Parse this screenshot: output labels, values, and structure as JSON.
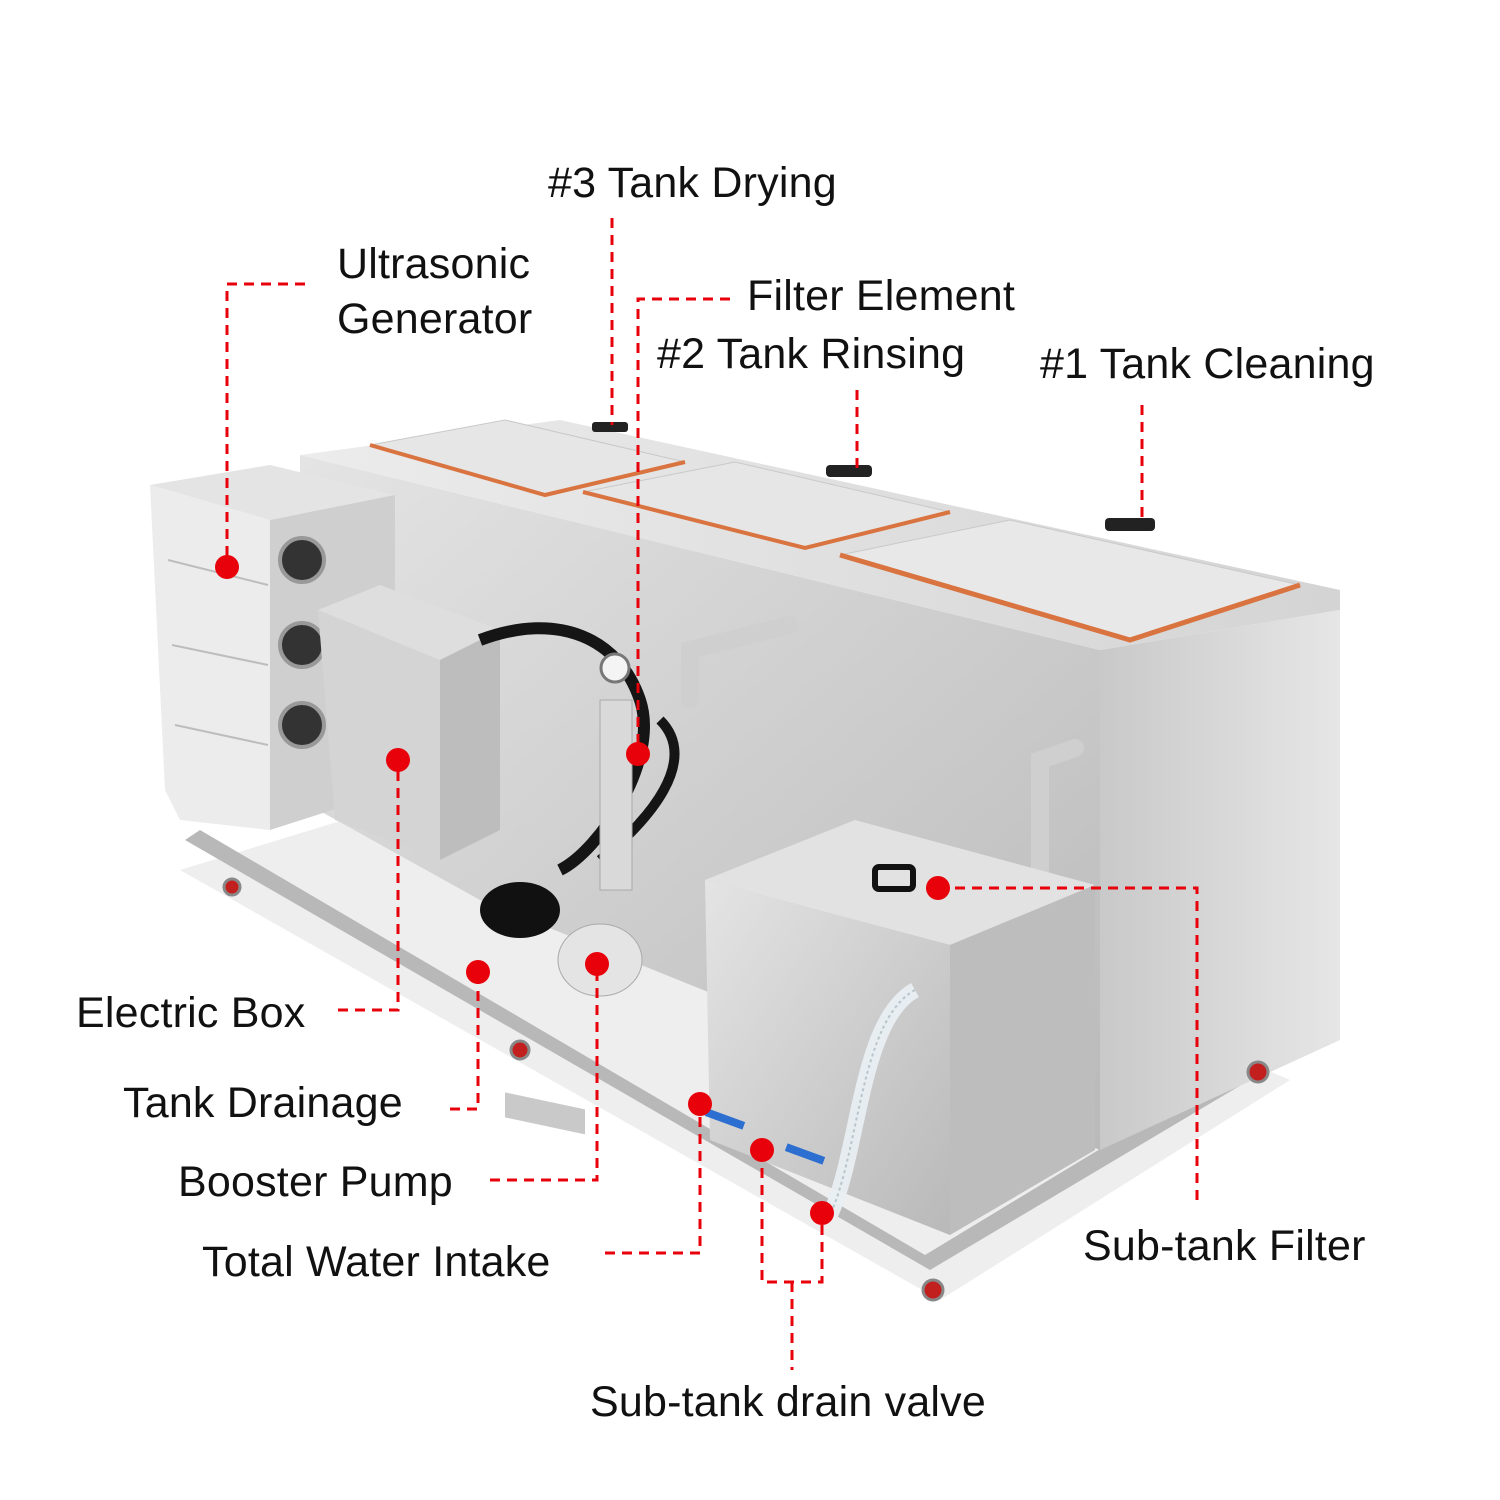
{
  "colors": {
    "callout": "#e8000b",
    "label_text": "#111111",
    "steel_light": "#dcdcdc",
    "steel_mid": "#c2c2c2",
    "steel_dark": "#9a9a9a",
    "gasket": "#d9733f",
    "background": "#ffffff"
  },
  "labels": {
    "tank3": "#3 Tank Drying",
    "ultrasonic_line1": "Ultrasonic",
    "ultrasonic_line2": "Generator",
    "filter_element": "Filter Element",
    "tank2": "#2 Tank Rinsing",
    "tank1": "#1 Tank Cleaning",
    "electric_box": "Electric Box",
    "tank_drainage": "Tank Drainage",
    "booster_pump": "Booster Pump",
    "total_water_intake": "Total Water Intake",
    "subtank_filter": "Sub-tank Filter",
    "subtank_drain_valve": "Sub-tank drain valve"
  }
}
